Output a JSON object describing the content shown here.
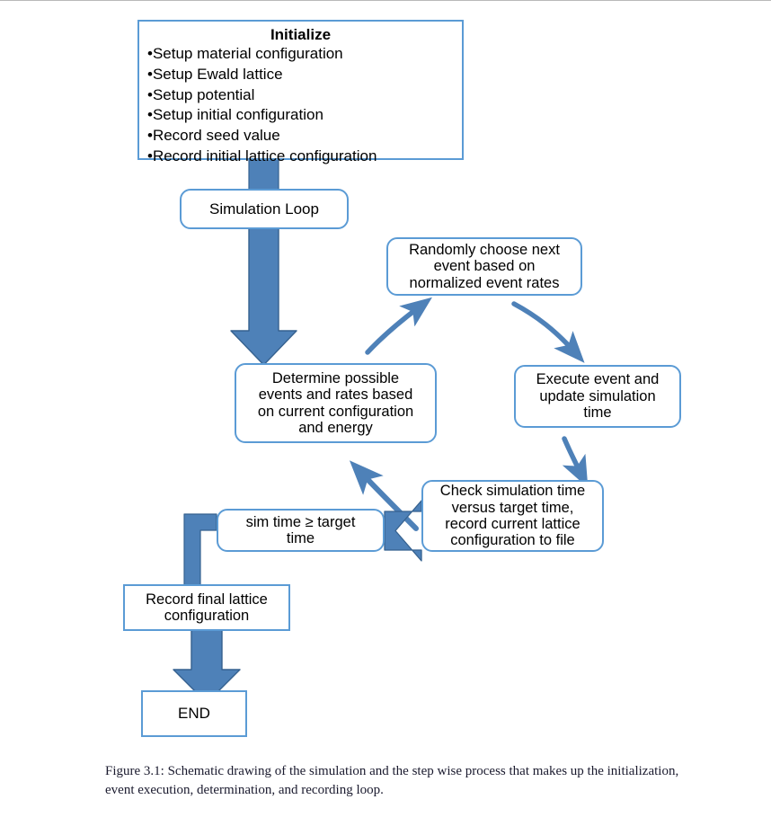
{
  "figure": {
    "caption": "Figure 3.1: Schematic drawing of the simulation and the step wise process that makes up the initialization, event execution, determination, and recording loop."
  },
  "colors": {
    "box_border": "#5b9bd5",
    "box_fill": "#ffffff",
    "arrow_fill": "#4e81b8",
    "arrow_stroke": "#35618f",
    "thin_arrow": "#4e81b8",
    "text": "#000000",
    "page_background": "#ffffff",
    "top_rule": "#b9b9b9"
  },
  "nodes": {
    "initialize": {
      "title": "Initialize",
      "bullets": "•Setup  material configuration\n•Setup Ewald lattice\n•Setup potential\n•Setup initial configuration\n•Record seed value\n•Record initial lattice configuration",
      "shape": "rectangle"
    },
    "simulation_loop": {
      "label": "Simulation Loop",
      "shape": "rounded-rectangle"
    },
    "randomly_choose": {
      "label": "Randomly choose next\nevent based on\nnormalized event rates",
      "shape": "rounded-rectangle"
    },
    "determine_events": {
      "label": "Determine possible\nevents and rates based\non current configuration\nand energy",
      "shape": "rounded-rectangle"
    },
    "execute_event": {
      "label": "Execute event and\nupdate simulation\ntime",
      "shape": "rounded-rectangle"
    },
    "sim_time_check": {
      "label": "sim time ≥ target\ntime",
      "shape": "rounded-rectangle"
    },
    "check_simulation_time": {
      "label": "Check simulation time\nversus target time,\nrecord current lattice\nconfiguration to file",
      "shape": "rounded-rectangle"
    },
    "record_final": {
      "label": "Record final lattice\nconfiguration",
      "shape": "rectangle"
    },
    "end": {
      "label": "END",
      "shape": "rectangle"
    }
  },
  "connectors": [
    {
      "name": "initialize-to-simulation-loop",
      "style": "block-arrow",
      "direction": "down"
    },
    {
      "name": "simulation-loop-to-determine-events",
      "style": "block-arrow",
      "direction": "down"
    },
    {
      "name": "determine-events-to-randomly-choose",
      "style": "curved-arrow",
      "direction": "up-right"
    },
    {
      "name": "randomly-choose-to-execute-event",
      "style": "curved-arrow",
      "direction": "down-right"
    },
    {
      "name": "execute-event-to-check-simulation-time",
      "style": "curved-arrow",
      "direction": "down"
    },
    {
      "name": "check-simulation-time-to-determine-events",
      "style": "curved-arrow",
      "direction": "up-left"
    },
    {
      "name": "check-simulation-time-to-sim-time",
      "style": "block-arrow",
      "direction": "left"
    },
    {
      "name": "sim-time-to-record-final",
      "style": "block-connector",
      "direction": "down-left"
    },
    {
      "name": "record-final-to-end",
      "style": "block-arrow",
      "direction": "down"
    }
  ]
}
